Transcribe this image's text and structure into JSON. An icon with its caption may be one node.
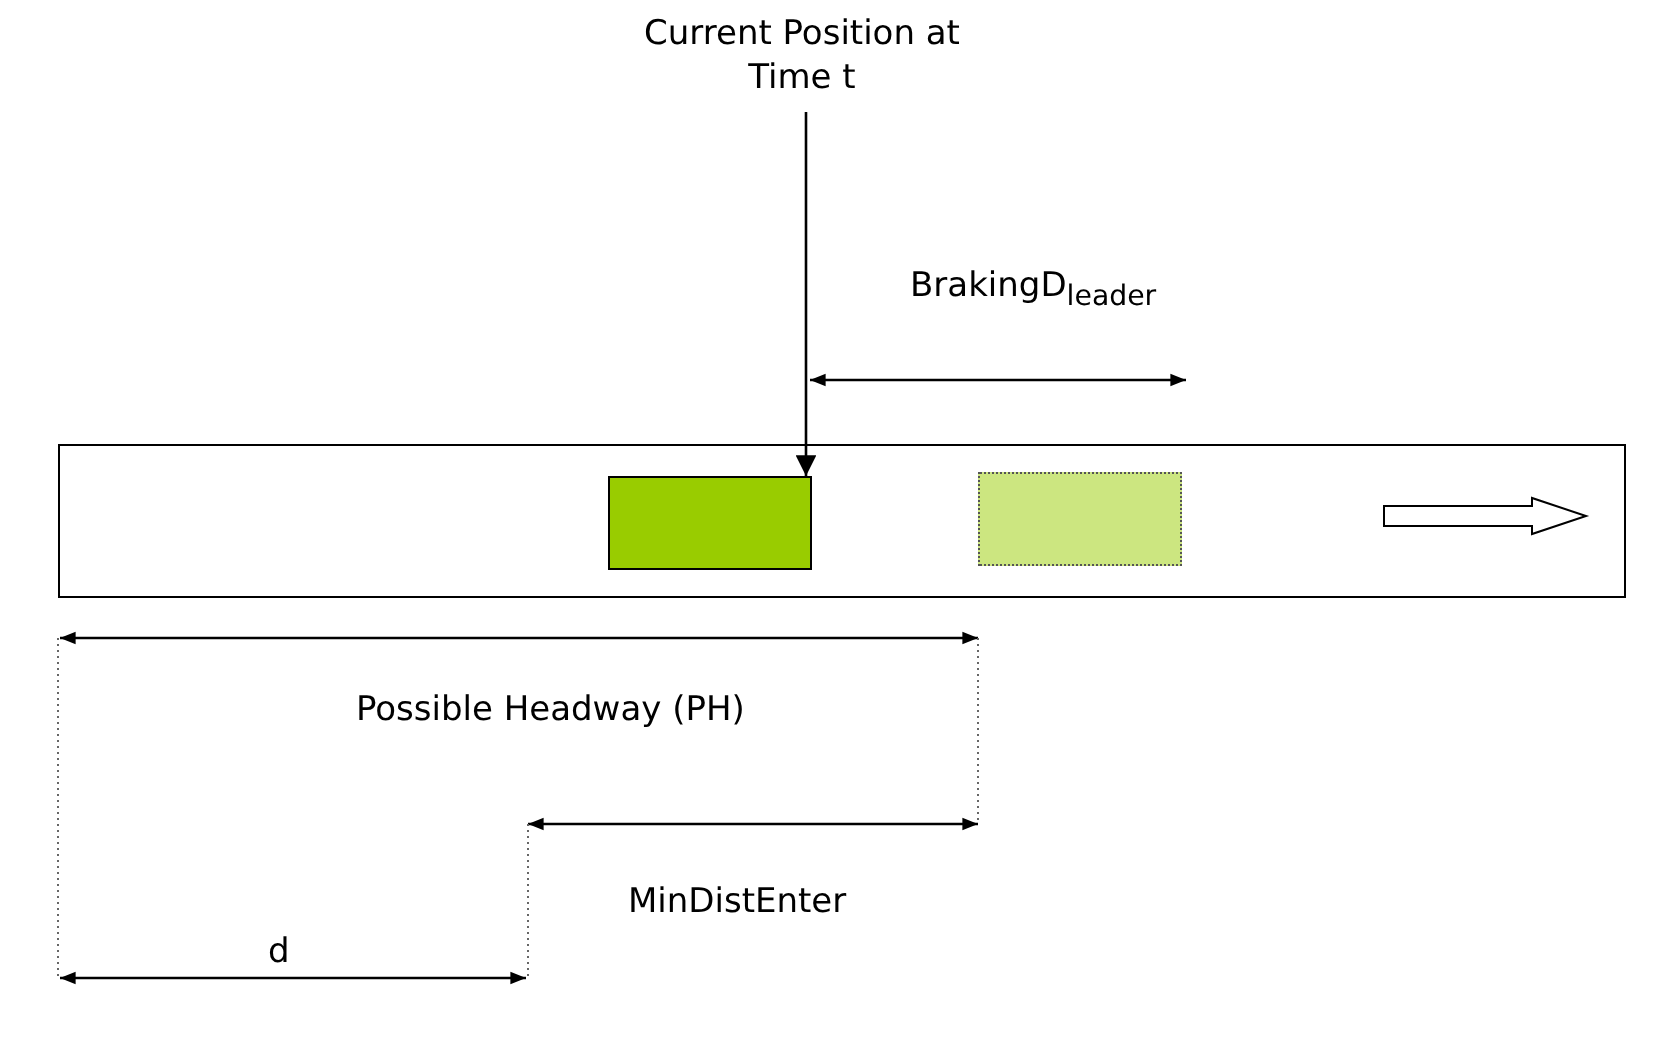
{
  "diagram": {
    "nodes": [
      {
        "text": [
          "Current Position at Time t"
        ]
      },
      {
        "text": [],
        "shape": "box"
      },
      {
        "text": [],
        "shape": "box",
        "in": 1
      },
      {
        "text": [],
        "shape": "box",
        "in": 1
      }
    ],
    "edges": [
      {
        "from": 0,
        "to": 2,
        "arrow": "to"
      }
    ],
    "labels": [
      "BrakingD$_{leader}$",
      "Possible Headway (PH)",
      "MinDistEnter",
      "d"
    ]
  }
}
